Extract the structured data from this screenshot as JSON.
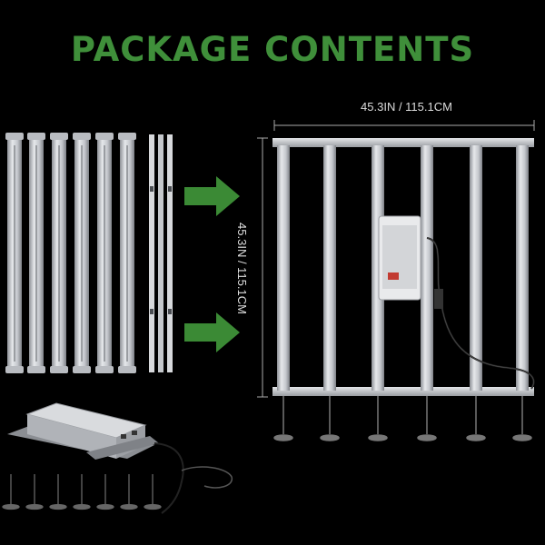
{
  "title": "PACKAGE CONTENTS",
  "dimension_width": "45.3IN / 115.1CM",
  "dimension_height": "45.3IN / 115.1CM",
  "colors": {
    "title": "#3f8f3a",
    "arrow": "#3b8a35",
    "bars": "#c8cbd0",
    "background": "#000000"
  }
}
